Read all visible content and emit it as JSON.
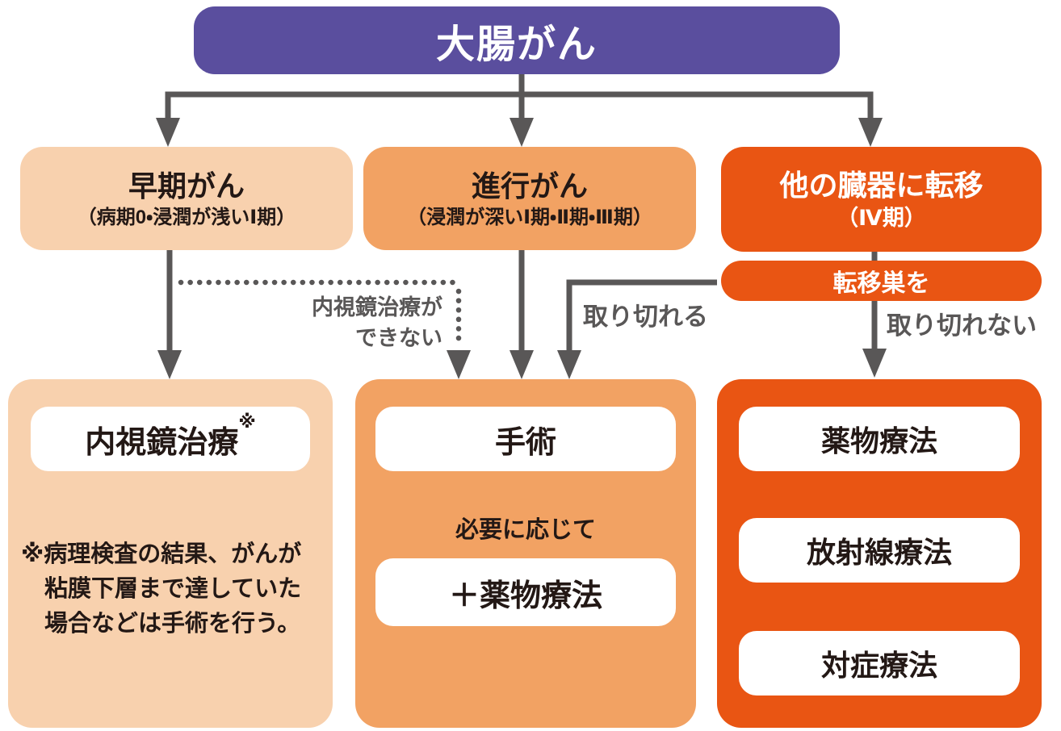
{
  "palette": {
    "root_purple": "#5a4e9e",
    "peach": "#f8d1ae",
    "orange": "#f2a263",
    "dark_orange": "#e95513",
    "line_gray": "#595757",
    "text_dark": "#231815",
    "chip_white": "#ffffff"
  },
  "root": {
    "title": "大腸がん"
  },
  "branches": {
    "early": {
      "title": "早期がん",
      "subtitle": "（病期0・浸潤が浅いⅠ期）"
    },
    "advanced": {
      "title": "進行がん",
      "subtitle": "（浸潤が深いⅠ期・Ⅱ期・Ⅲ期）"
    },
    "metastasis": {
      "title": "他の臓器に転移",
      "subtitle": "（Ⅳ期）"
    }
  },
  "metastasis_condition": {
    "label": "転移巣を"
  },
  "edge_labels": {
    "cannot_endoscopy": [
      "内視鏡治療が",
      "できない"
    ],
    "resectable": "取り切れる",
    "unresectable": "取り切れない"
  },
  "panels": {
    "endoscopy": {
      "treatment": "内視鏡治療",
      "note_mark": "※",
      "note_lines": [
        "※病理検査の結果、がんが",
        "粘膜下層まで達していた",
        "場合などは手術を行う。"
      ]
    },
    "surgery": {
      "treatment": "手術",
      "conditional": "必要に応じて",
      "additional": "＋薬物療法"
    },
    "unresectable": {
      "treatments": [
        "薬物療法",
        "放射線療法",
        "対症療法"
      ]
    }
  }
}
